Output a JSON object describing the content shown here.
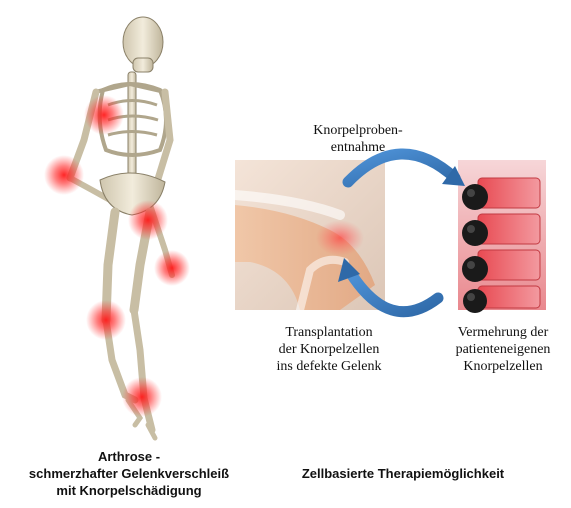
{
  "left_caption": {
    "line1": "Arthrose -",
    "line2": "schmerzhafter Gelenkverschleiß",
    "line3": "mit Knorpelschädigung"
  },
  "right_caption": "Zellbasierte Therapiemöglichkeit",
  "step_biopsy": {
    "line1": "Knorpelproben-",
    "line2": "entnahme"
  },
  "step_transplant": {
    "line1": "Transplantation",
    "line2": "der Knorpelzellen",
    "line3": "ins defekte Gelenk"
  },
  "step_expansion": {
    "line1": "Vermehrung der",
    "line2": "patienteneigenen",
    "line3": "Knorpelzellen"
  },
  "colors": {
    "pain_glow": "#ff2020",
    "arrow_blue": "#3d7fc4",
    "bone": "#e8e0cc",
    "culture_red": "#e8333a"
  }
}
